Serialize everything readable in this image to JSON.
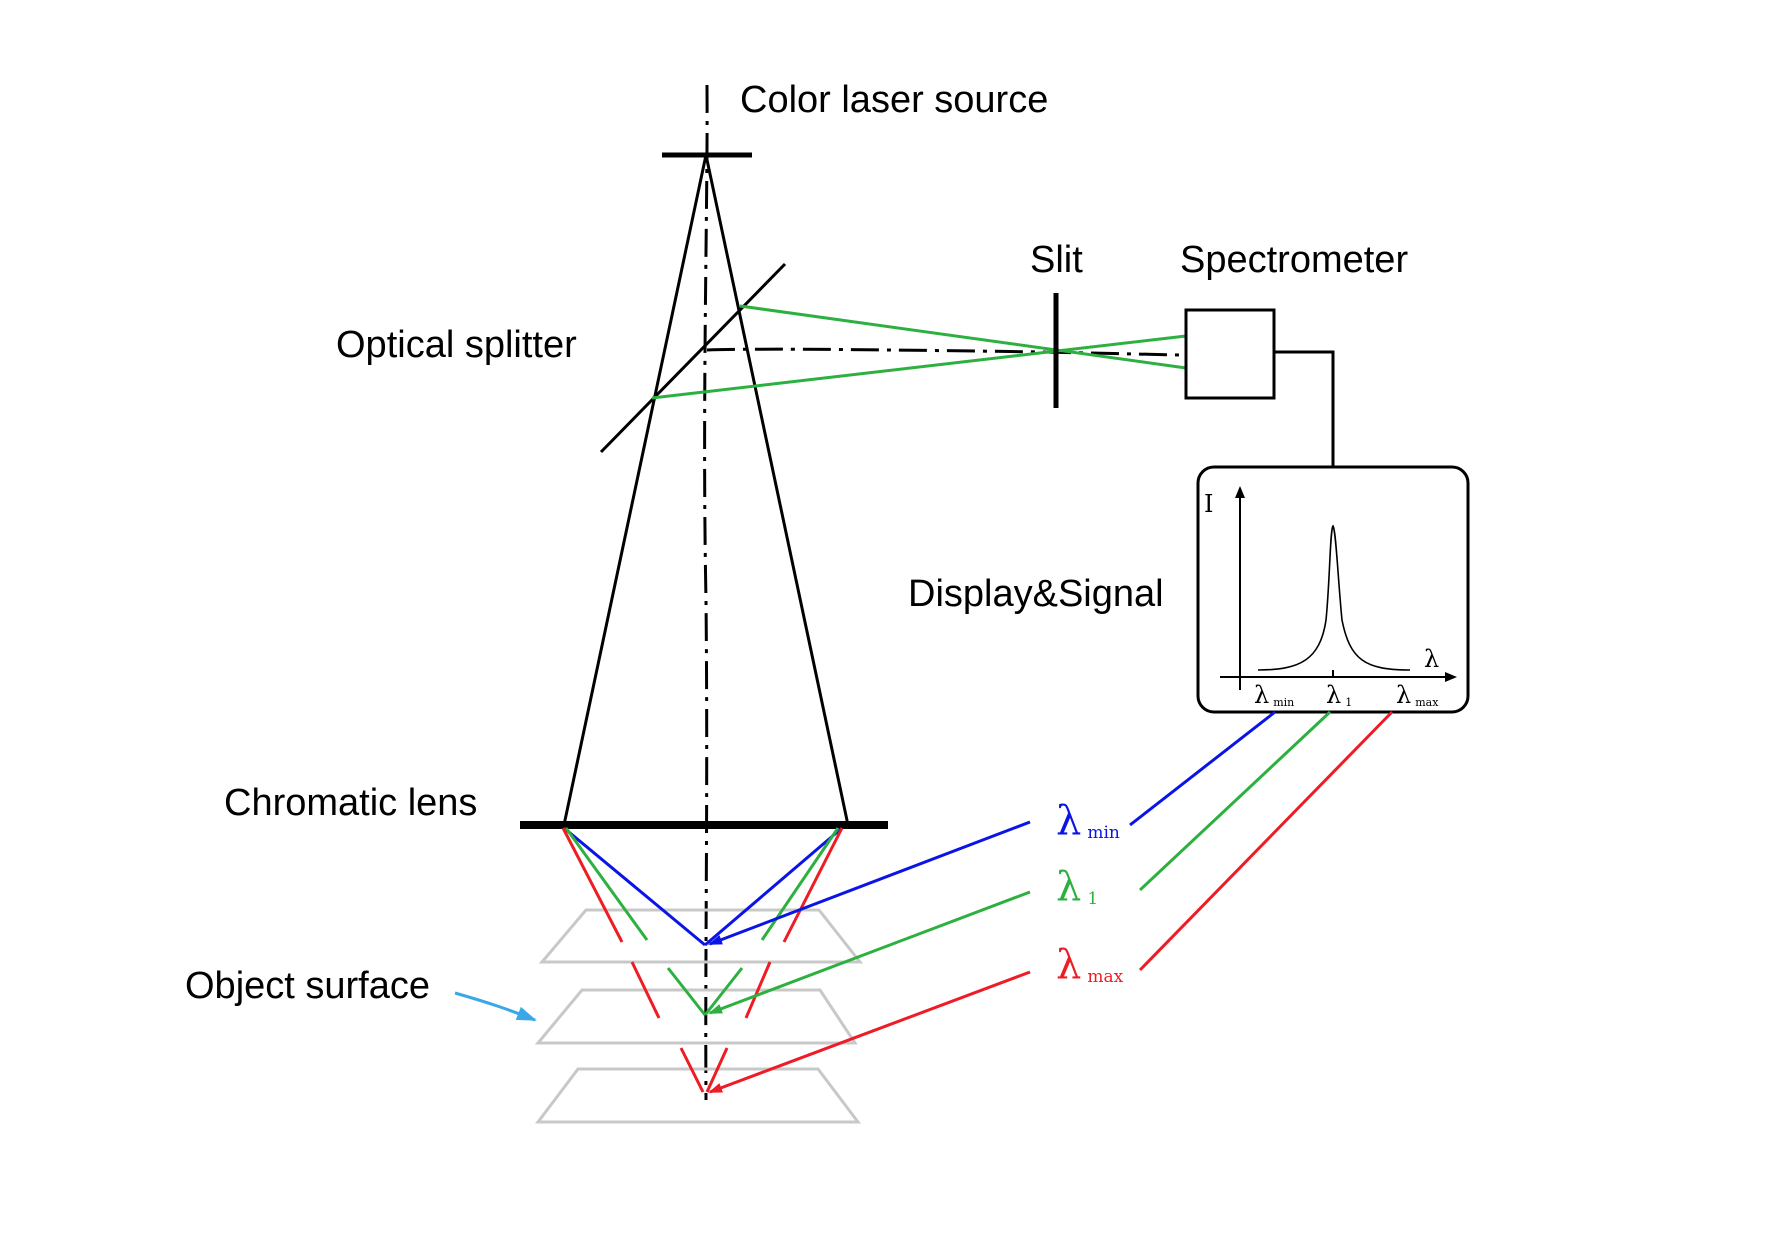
{
  "labels": {
    "source": "Color laser source",
    "slit": "Slit",
    "spectrometer": "Spectrometer",
    "splitter": "Optical splitter",
    "display": "Display&Signal",
    "lens": "Chromatic lens",
    "object": "Object surface"
  },
  "graph": {
    "y_axis": "I",
    "x_axis": "λ",
    "ticks": [
      {
        "symbol": "λ",
        "sub": "min"
      },
      {
        "symbol": "λ",
        "sub": "1"
      },
      {
        "symbol": "λ",
        "sub": "max"
      }
    ]
  },
  "wavelengths": [
    {
      "symbol": "λ",
      "sub": "min",
      "color": "#0a14e6"
    },
    {
      "symbol": "λ",
      "sub": "1",
      "color": "#2db040"
    },
    {
      "symbol": "λ",
      "sub": "max",
      "color": "#ee1c24"
    }
  ],
  "colors": {
    "blue": "#0a14e6",
    "green": "#2db040",
    "red": "#ee1c24",
    "surface": "#c8c8c8",
    "pointer": "#3aa7e8"
  }
}
